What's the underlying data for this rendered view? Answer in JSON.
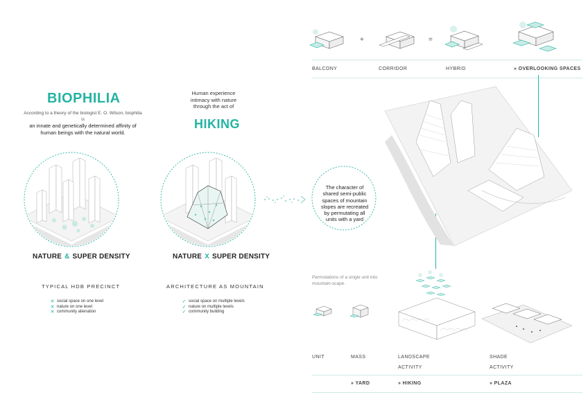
{
  "biophilia": {
    "title": "BIOPHILIA",
    "desc": "According to a theory of the biologist E. O. Wilson, biophilia is",
    "desc_bold": "an innate and genetically determined affinity of human beings with the natural world."
  },
  "hiking": {
    "intro": "Human experience intimacy with nature through the act of",
    "title": "HIKING"
  },
  "circle_left": {
    "label_a": "NATURE",
    "sep": "&",
    "label_b": "SUPER DENSITY",
    "caption": "TYPICAL HDB PRECINCT",
    "items": [
      "social space on one level",
      "nature on one level",
      "community alienation"
    ]
  },
  "circle_right": {
    "label_a": "NATURE",
    "sep": "X",
    "label_b": "SUPER DENSITY",
    "caption": "ARCHITECTURE AS MOUNTAIN",
    "items": [
      "social space on multiple levels",
      "nature on multiple levels",
      "community building"
    ]
  },
  "callout": "The character of shared semi-public spaces of mountain slopes are recreated by permutating all units with a yard",
  "top_row": {
    "plus": "+",
    "equals": "=",
    "labels": [
      "BALCONY",
      "CORRIDOR",
      "HYBRID",
      "» OVERLOOKING SPACES"
    ]
  },
  "bottom_row": {
    "intro": "Permutations of a single unit into mountain-scape.",
    "unit": "UNIT",
    "mass": "MASS",
    "landscape": "LANDSCAPE",
    "landscape_activity": "ACTIVITY",
    "shade": "SHADE",
    "shade_activity": "ACTIVITY",
    "yard": "» YARD",
    "hiking": "» HIKING",
    "plaza": "» PLAZA"
  },
  "colors": {
    "accent": "#25b3a2",
    "line": "#cfe9e6"
  }
}
